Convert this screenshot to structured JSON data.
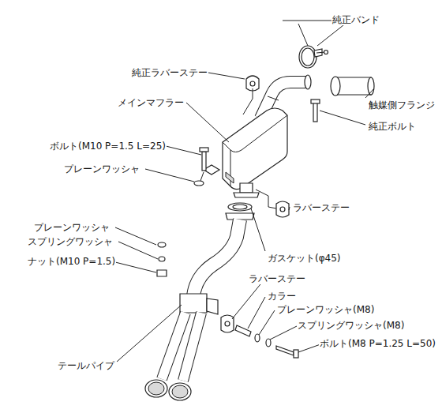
{
  "diagram": {
    "labels": [
      "純正バンド",
      "純正ラバーステー",
      "メインマフラー",
      "触媒側フランジ",
      "純正ボルト",
      "ボルト(M10 P=1.5 L=25)",
      "プレーンワッシャ",
      "ラバーステー",
      "プレーンワッシャ",
      "スプリングワッシャ",
      "ナット(M10 P=1.5)",
      "ガスケット(φ45)",
      "ラバーステー",
      "カラー",
      "プレーンワッシャ(M8)",
      "スプリングワッシャ(M8)",
      "ボルト(M8 P=1.25 L=50)",
      "テールパイプ"
    ]
  }
}
